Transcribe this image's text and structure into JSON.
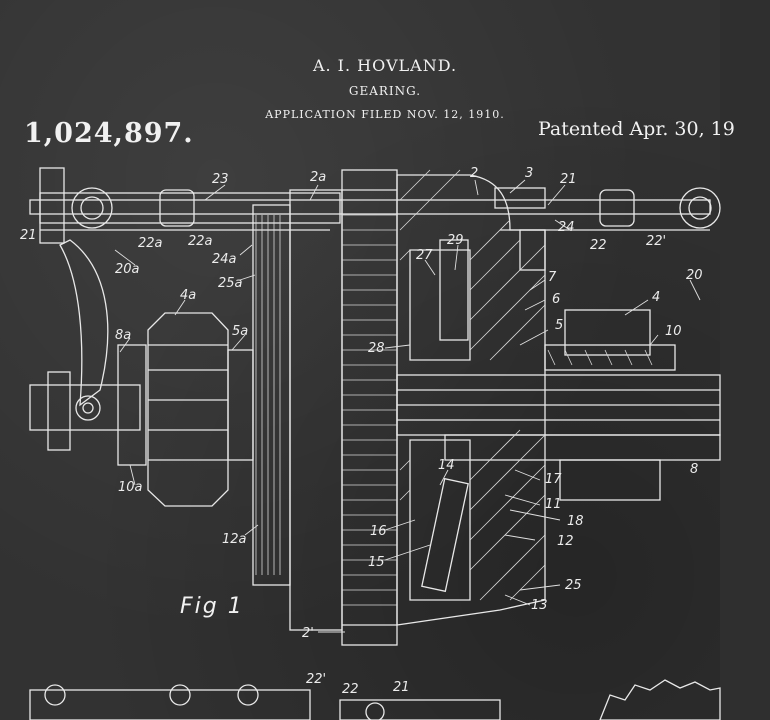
{
  "header": {
    "patentee": "A. I. HOVLAND.",
    "invention": "GEARING.",
    "filed": "APPLICATION FILED NOV. 12, 1910.",
    "patent_number": "1,024,897.",
    "patented_date": "Patented Apr. 30, 19"
  },
  "figure": {
    "label": "Fig 1"
  },
  "refs": {
    "r23": "23",
    "r2a": "2a",
    "r2": "2",
    "r3": "3",
    "r21": "21",
    "r21l": "21",
    "r22a": "22a",
    "r22ab": "22a",
    "r24a": "24a",
    "r20a": "20a",
    "r25a": "25a",
    "r4a": "4a",
    "r5a": "5a",
    "r8a": "8a",
    "r10a": "10a",
    "r12a": "12a",
    "r29": "29",
    "r27": "27",
    "r7": "7",
    "r6": "6",
    "r4": "4",
    "r5": "5",
    "r10": "10",
    "r20": "20",
    "r22r": "22",
    "r22p": "22'",
    "r24": "24",
    "r28": "28",
    "r14": "14",
    "r17": "17",
    "r11": "11",
    "r18": "18",
    "r16": "16",
    "r12": "12",
    "r15": "15",
    "r25": "25",
    "r13": "13",
    "r8": "8",
    "r2p": "2'",
    "r22pb": "22'",
    "r22b": "22",
    "r21b": "21"
  }
}
